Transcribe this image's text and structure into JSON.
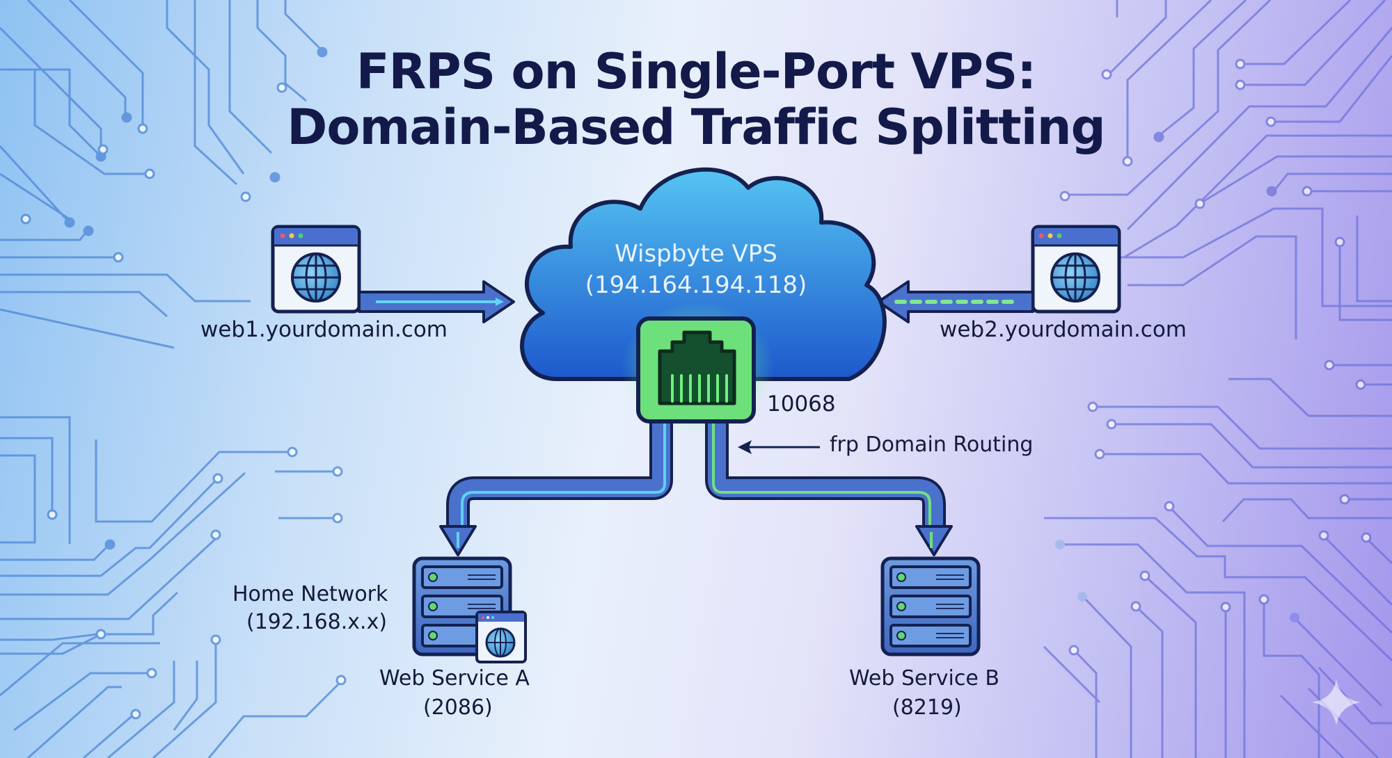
{
  "title": {
    "line1": "FRPS on Single-Port VPS:",
    "line2": "Domain-Based Traffic Splitting"
  },
  "vps": {
    "name": "Wispbyte VPS",
    "ip": "(194.164.194.118)",
    "port": "10068",
    "icon": "ethernet-port-icon"
  },
  "clients": [
    {
      "domain": "web1.yourdomain.com",
      "icon": "browser-globe-icon",
      "arrow_style": "solid"
    },
    {
      "domain": "web2.yourdomain.com",
      "icon": "browser-globe-icon",
      "arrow_style": "dashed"
    }
  ],
  "routing_label": "frp Domain Routing",
  "home_network": {
    "label": "Home Network",
    "subnet": "(192.168.x.x)"
  },
  "services": [
    {
      "name": "Web Service A",
      "port": "(2086)",
      "icon": "server-rack-icon"
    },
    {
      "name": "Web Service B",
      "port": "(8219)",
      "icon": "server-rack-icon"
    }
  ],
  "colors": {
    "title": "#131a4a",
    "cloud_top": "#4fb8ef",
    "cloud_bottom": "#1f5fd0",
    "port_green": "#5fe07a",
    "pipe_blue": "#4a72cc",
    "pipe_cyan": "#5fd0f5",
    "pipe_green": "#6fe07f",
    "outline": "#142150"
  }
}
